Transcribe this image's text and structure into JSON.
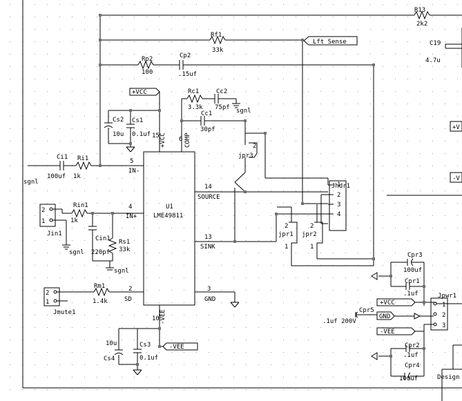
{
  "labels": {
    "R13": "R13",
    "R13v": "2k2",
    "Rf1": "Rf1",
    "Rf1v": "33k",
    "LftSense": "Lft Sense",
    "C19": "C19",
    "C19v": "4.7u",
    "Rp2": "Rp2",
    "Rp2v": "100",
    "Cp2": "Cp2",
    "Cp2v": ".15uf",
    "VCCtop": "+VCC",
    "Rc1": "Rc1",
    "Rc1v": "3.3k",
    "Cc2": "Cc2",
    "Cc2v": "75pf",
    "sgnlRc": "sgnl",
    "Cs2": "Cs2",
    "Cs1": "Cs1",
    "Cs2v": "10u",
    "Cs1v": "0.1uf",
    "pin15": "15",
    "pinVCC": "+VCC",
    "pin6": "6",
    "pinCOMP": "COMP",
    "Cc1": "Cc1",
    "Cc1v": "30pf",
    "jpr3": "jpr3",
    "jpr3p2": "2",
    "Ci1": "Ci1",
    "Ci1v": "100uf",
    "Ri1": "Ri1",
    "Ri1v": "1k",
    "sgnlIn": "sgnl",
    "pin5": "5",
    "pinIN-": "IN-",
    "pin14": "14",
    "pinSOURCE": "SOURCE",
    "Jhdr1": "Jhdr1",
    "h1": "1",
    "h2": "2",
    "h3": "3",
    "h4": "4",
    "Rin1": "Rin1",
    "Rin1v": "1k",
    "pin4": "4",
    "pinIN+": "IN+",
    "J2": "2",
    "J1": "1",
    "Jin1": "Jin1",
    "sgnlJin": "sgnl",
    "Cin1": "Cin1",
    "Cin1v": "220pf",
    "Rs1": "Rs1",
    "Rs1v": "33k",
    "sgnlRs": "sgnl",
    "U1": "U1",
    "U1part": "LME49811",
    "jpr1": "jpr1",
    "jpr2": "jpr2",
    "jpr1p2": "2",
    "jpr1p1": "1",
    "jpr2p2": "2",
    "jpr2p1": "1",
    "pin13": "13",
    "pinSINK": "SINK",
    "Cpr3": "Cpr3",
    "Cpr3v": "100uf",
    "Cpr1": "Cpr1",
    "Cpr1v": ".1uf",
    "Jpwr1": "Jpwr1",
    "p1": "1",
    "p2": "2",
    "p3": "3",
    "Jm2": "2",
    "Jm1": "1",
    "Jmute1": "Jmute1",
    "Rm1": "Rm1",
    "Rm1v": "1.4k",
    "pin2": "2",
    "pinSD": "SD",
    "pin3": "3",
    "pinGND": "GND",
    "VCCpwr": "+VCC",
    "GNDpwr": "GND",
    "VEEpwr": "-VEE",
    "Cpr5": "Cpr5",
    "Cpr5v": ".1uf 200V",
    "pin10": "10",
    "pinVEE": "-VEE",
    "VEEbot": "-VEE",
    "Cs3": "Cs3",
    "Cs4": "Cs4",
    "Cs4v": "10u",
    "Cs3v": "0.1uf",
    "Cpr2": "Cpr2",
    "Cpr2v": ".1uf",
    "Cpr4": "Cpr4",
    "Cpr4v": "100uf",
    "edgePlus": "+V",
    "edgeMinus": "-V",
    "Design": "Design"
  },
  "colors": {
    "wire": "#000000",
    "grid": "#a0a0a0",
    "node": "#707070"
  }
}
